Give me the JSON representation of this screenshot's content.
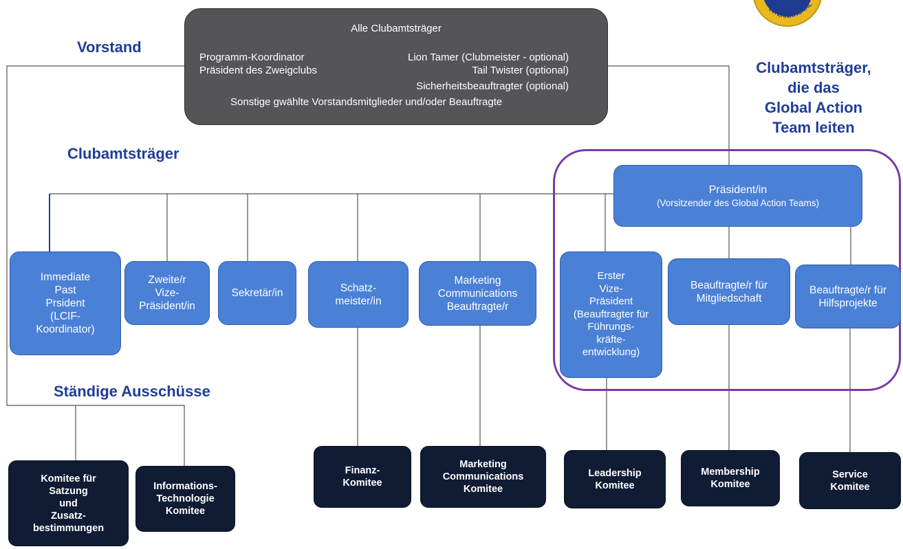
{
  "top_box": {
    "title": "Alle Clubamtsträger",
    "left_items": [
      "Programm-Koordinator",
      "Präsident des Zweigclubs"
    ],
    "right_items": [
      "Lion Tamer (Clubmeister - optional)",
      "Tail Twister (optional)",
      "Sicherheitsbeauftragter (optional)"
    ],
    "bottom": "Sonstige gwählte Vorstandsmitglieder und/oder Beauftragte"
  },
  "headings": {
    "vorstand": "Vorstand",
    "clubamtstraeger": "Clubamtsträger",
    "standing": "Ständige Ausschüsse",
    "gat": "Clubamtsträger,\ndie das\nGlobal Action\nTeam leiten"
  },
  "logo": {
    "text": "INTERNATIONAL",
    "colors": {
      "gold": "#e8b820",
      "navy": "#1d3b8f"
    }
  },
  "officers": {
    "past_president": "Immediate\nPast\nPrsident\n(LCIF-\nKoordinator)",
    "second_vp": "Zweite/r\nVize-\nPräsident/in",
    "secretary": "Sekretär/in",
    "treasurer": "Schatz-\nmeister/in",
    "marketing": "Marketing\nCommunications\nBeauftragte/r"
  },
  "gat": {
    "president": "Präsident/in",
    "president_sub": "(Vorsitzender des Global Action Teams)",
    "first_vp": "Erster\nVize-\nPräsident\n(Beauftragter für\nFührungs-\nkräfte-\nentwicklung)",
    "membership": "Beauftragte/r für\nMitgliedschaft",
    "service": "Beauftragte/r für\nHilfsprojekte"
  },
  "committees": {
    "bylaws": "Komitee für\nSatzung\nund\nZusatz-\nbestimmungen",
    "it": "Informations-\nTechnologie\nKomitee",
    "finance": "Finanz-\nKomitee",
    "marketing": "Marketing\nCommunications\nKomitee",
    "leadership": "Leadership\nKomitee",
    "membership": "Membership\nKomitee",
    "service": "Service\nKomitee"
  },
  "colors": {
    "heading": "#1f3d99",
    "officer_box": "#4a80d6",
    "committee_box": "#101c34",
    "top_box": "#555457",
    "gat_frame": "#7a3aa5"
  }
}
